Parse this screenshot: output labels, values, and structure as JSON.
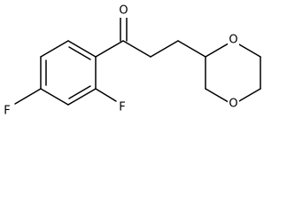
{
  "molecule": {
    "labels": {
      "carbonyl_oxygen": "O",
      "fluorine_para": "F",
      "fluorine_ortho": "F",
      "ring_oxygen_top": "O",
      "ring_oxygen_bottom": "O"
    }
  },
  "colors": {
    "bond": "#000000",
    "background": "#ffffff"
  }
}
